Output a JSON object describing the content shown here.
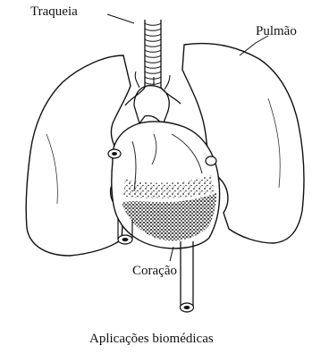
{
  "labels": {
    "trachea": "Traqueia",
    "lung": "Pulmão",
    "heart": "Coração"
  },
  "caption": "Aplicações biomédicas",
  "colors": {
    "ink": "#111111",
    "background": "#ffffff"
  }
}
